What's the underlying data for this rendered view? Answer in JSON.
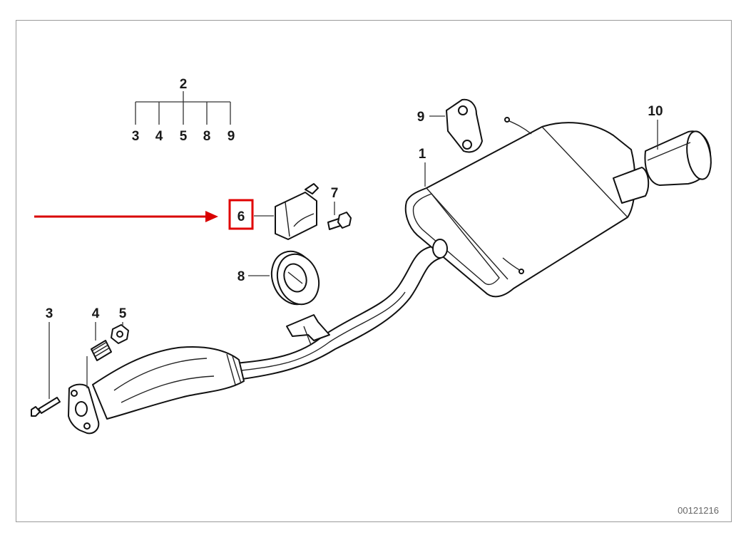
{
  "diagram": {
    "callouts": {
      "c1": "1",
      "c2": "2",
      "c2_sub": [
        "3",
        "4",
        "5",
        "8",
        "9"
      ],
      "c3": "3",
      "c4": "4",
      "c5": "5",
      "c6": "6",
      "c7": "7",
      "c8": "8",
      "c9": "9",
      "c10": "10"
    },
    "image_code": "00121216",
    "highlight": {
      "part": "6",
      "box_color": "#e00000",
      "arrow_color": "#d90000"
    }
  }
}
